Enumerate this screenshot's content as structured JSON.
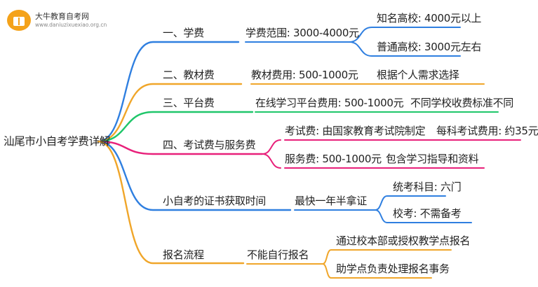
{
  "logo": {
    "name": "大牛教育自考网",
    "url": "www.daniuzixuexiao.org.cn"
  },
  "root": "汕尾市小自考学费详解",
  "branches": [
    {
      "label": "一、学费",
      "color": "#2f7fe0",
      "children": [
        {
          "label": "学费范围: 3000-4000元",
          "children": [
            "知名高校: 4000元以上",
            "普通高校: 3000元左右"
          ]
        }
      ]
    },
    {
      "label": "二、教材费",
      "color": "#f0a62a",
      "children": [
        {
          "label": "教材费用: 500-1000元",
          "children": [
            "根据个人需求选择"
          ]
        }
      ]
    },
    {
      "label": "三、平台费",
      "color": "#1fc66a",
      "children": [
        {
          "label": "在线学习平台费用: 500-1000元",
          "children": [
            "不同学校收费标准不同"
          ]
        }
      ]
    },
    {
      "label": "四、考试费与服务费",
      "color": "#e8207a",
      "children": [
        {
          "label": "考试费: 由国家教育考试院制定",
          "children": [
            "每科考试费用: 约35元"
          ]
        },
        {
          "label": "服务费: 500-1000元",
          "children": [
            "包含学习指导和资料"
          ]
        }
      ]
    },
    {
      "label": "小自考的证书获取时间",
      "color": "#2f7fe0",
      "children": [
        {
          "label": "最快一年半拿证",
          "children": [
            "统考科目: 六门",
            "校考: 不需备考"
          ]
        }
      ]
    },
    {
      "label": "报名流程",
      "color": "#f0a62a",
      "children": [
        {
          "label": "不能自行报名",
          "children": [
            "通过校本部或授权教学点报名",
            "助学点负责处理报名事务"
          ]
        }
      ]
    }
  ]
}
